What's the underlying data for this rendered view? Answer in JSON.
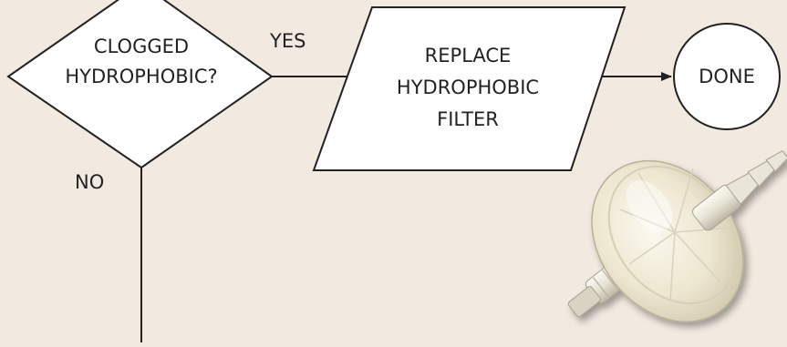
{
  "flowchart": {
    "decision": {
      "line1": "CLOGGED",
      "line2": "HYDROPHOBIC?"
    },
    "yes_label": "YES",
    "no_label": "NO",
    "process": {
      "line1": "REPLACE",
      "line2": "HYDROPHOBIC",
      "line3": "FILTER"
    },
    "terminal": {
      "label": "DONE"
    }
  },
  "image": {
    "icon": "hydrophobic-filter-photo"
  },
  "colors": {
    "background": "#f2e9e0",
    "shape_fill": "#ffffff",
    "stroke": "#222222"
  }
}
